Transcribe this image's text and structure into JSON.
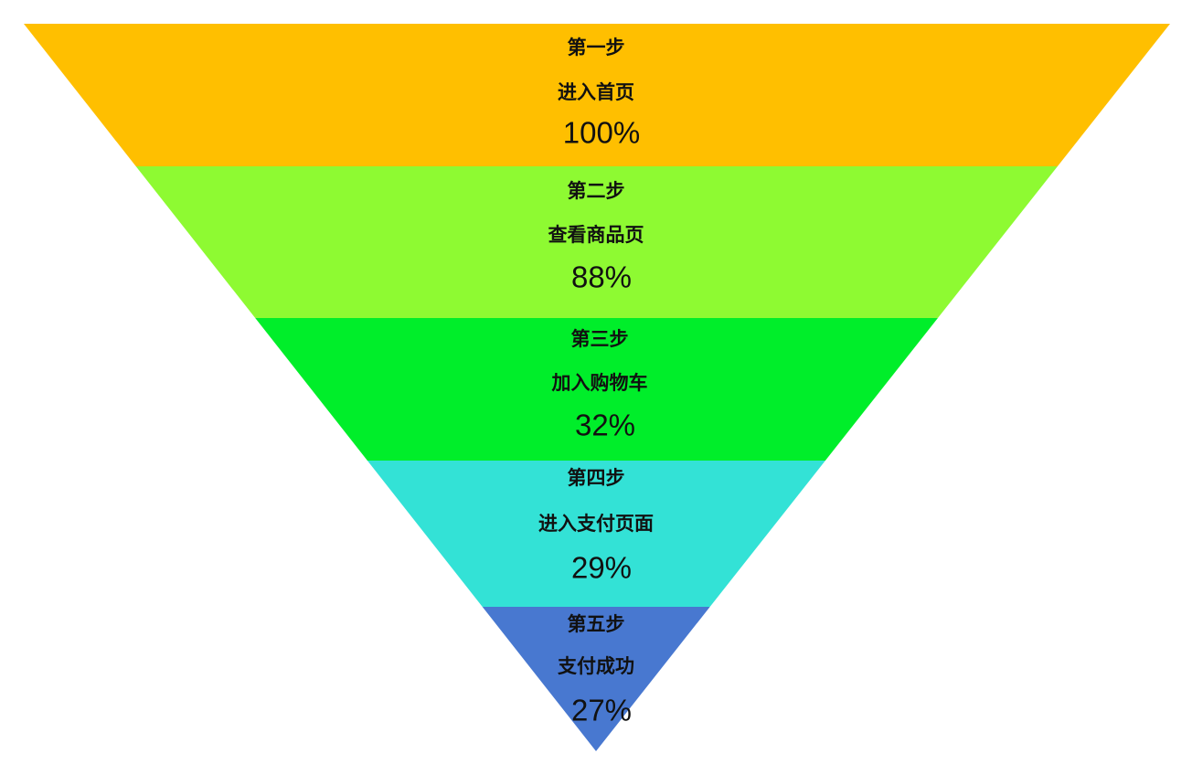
{
  "funnel": {
    "stages": [
      {
        "step": "第一步",
        "name": "进入首页",
        "percent": "100%",
        "value": 100,
        "color": "#FFBF00"
      },
      {
        "step": "第二步",
        "name": "查看商品页",
        "percent": "88%",
        "value": 88,
        "color": "#8EFA32"
      },
      {
        "step": "第三步",
        "name": "加入购物车",
        "percent": "32%",
        "value": 32,
        "color": "#00EE2A"
      },
      {
        "step": "第四步",
        "name": "进入支付页面",
        "percent": "29%",
        "value": 29,
        "color": "#33E2D6"
      },
      {
        "step": "第五步",
        "name": "支付成功",
        "percent": "27%",
        "value": 27,
        "color": "#4878D0"
      }
    ]
  }
}
